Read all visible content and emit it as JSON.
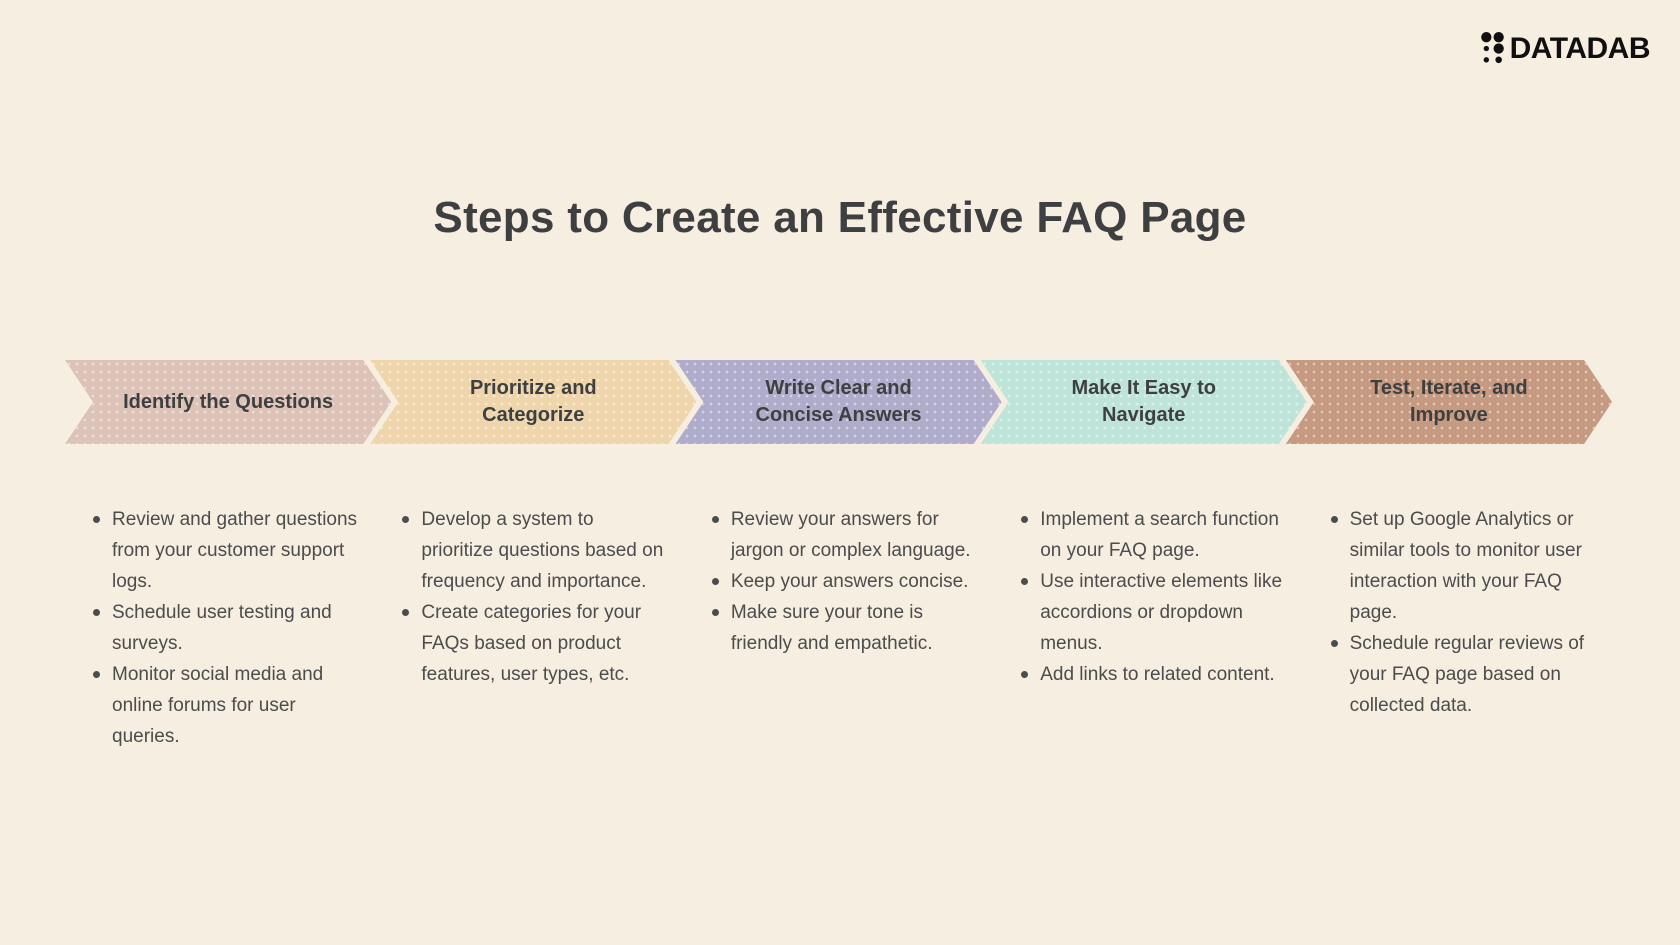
{
  "page": {
    "background_color": "#f6eee0"
  },
  "logo": {
    "text": "DATADAB",
    "icon": "dot-grid-icon",
    "color": "#101010"
  },
  "title": "Steps to Create an Effective FAQ Page",
  "text_colors": {
    "heading": "#3e3f41",
    "body": "#4b4c4e"
  },
  "steps": [
    {
      "label": "Identify the Questions",
      "color": "#ddc2b8",
      "bullets": [
        "Review and gather questions from your customer support logs.",
        "Schedule user testing and surveys.",
        "Monitor social media and online forums for user queries."
      ]
    },
    {
      "label": "Prioritize and Categorize",
      "color": "#eed5ab",
      "bullets": [
        "Develop a system to prioritize questions based on frequency and importance.",
        "Create categories for your FAQs based on product features, user types, etc."
      ]
    },
    {
      "label": "Write Clear and Concise Answers",
      "color": "#aeacca",
      "bullets": [
        "Review your answers for jargon or complex language.",
        "Keep your answers concise.",
        "Make sure your tone is friendly and empathetic."
      ]
    },
    {
      "label": "Make It Easy to Navigate",
      "color": "#bee4da",
      "bullets": [
        "Implement a search function on your FAQ page.",
        "Use interactive elements like accordions or dropdown menus.",
        "Add links to related content."
      ]
    },
    {
      "label": "Test, Iterate, and Improve",
      "color": "#c59a80",
      "bullets": [
        "Set up Google Analytics or similar tools to monitor user interaction with your FAQ page.",
        "Schedule regular reviews of your FAQ page based on collected data."
      ]
    }
  ]
}
